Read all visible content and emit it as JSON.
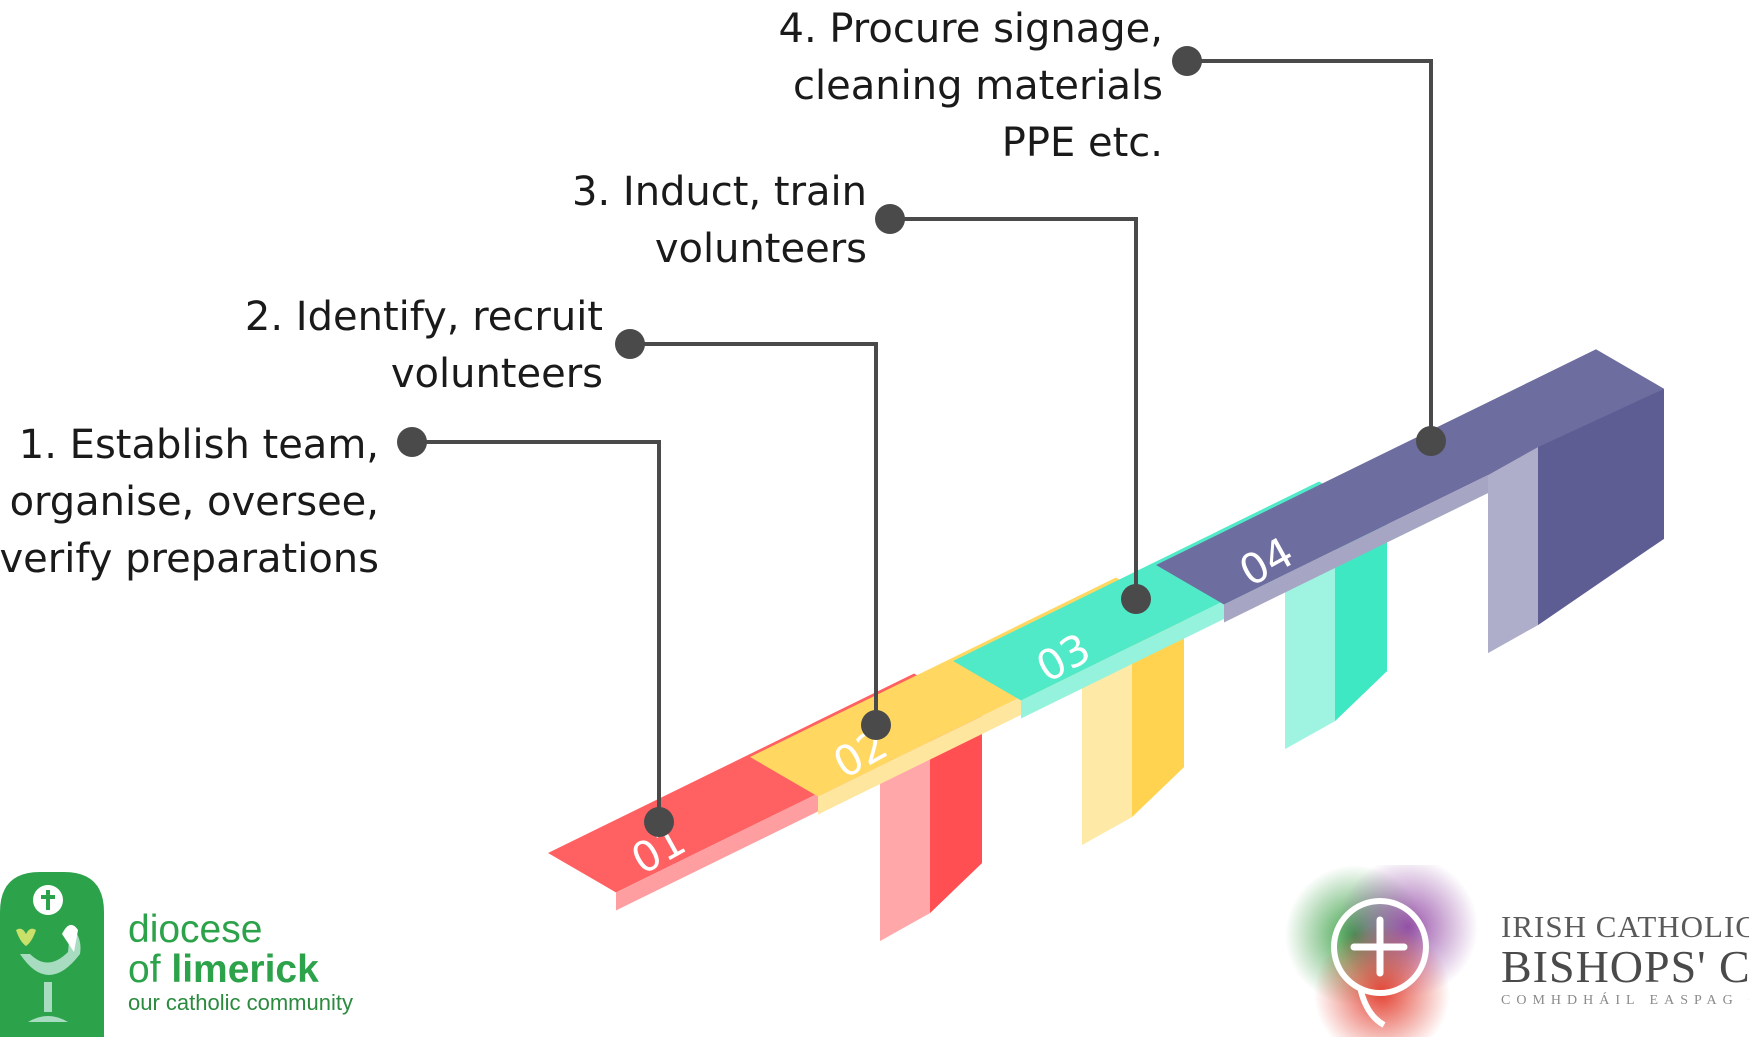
{
  "steps": [
    {
      "number": "01",
      "lines": [
        "1. Establish team,",
        "organise, oversee,",
        "verify preparations"
      ],
      "color": "#ff4f52"
    },
    {
      "number": "02",
      "lines": [
        "2. Identify, recruit",
        "volunteers"
      ],
      "color": "#ffd24f"
    },
    {
      "number": "03",
      "lines": [
        "3. Induct, train",
        "volunteers"
      ],
      "color": "#3ee8c2"
    },
    {
      "number": "04",
      "lines": [
        "4. Procure signage,",
        "cleaning materials",
        "PPE etc."
      ],
      "color": "#5d5d94"
    }
  ],
  "logos": {
    "limerick": {
      "line1": "diocese",
      "line2_prefix": "of ",
      "line2_bold": "limerick",
      "tagline": "our catholic community",
      "color": "#2ca24a"
    },
    "bishops": {
      "line1": "IRISH CATHOLIC",
      "line2": "BISHOPS' CONFERENCE",
      "line3": "COMHDHÁIL EASPAG CAITLICEACH ÉIREANN"
    }
  }
}
